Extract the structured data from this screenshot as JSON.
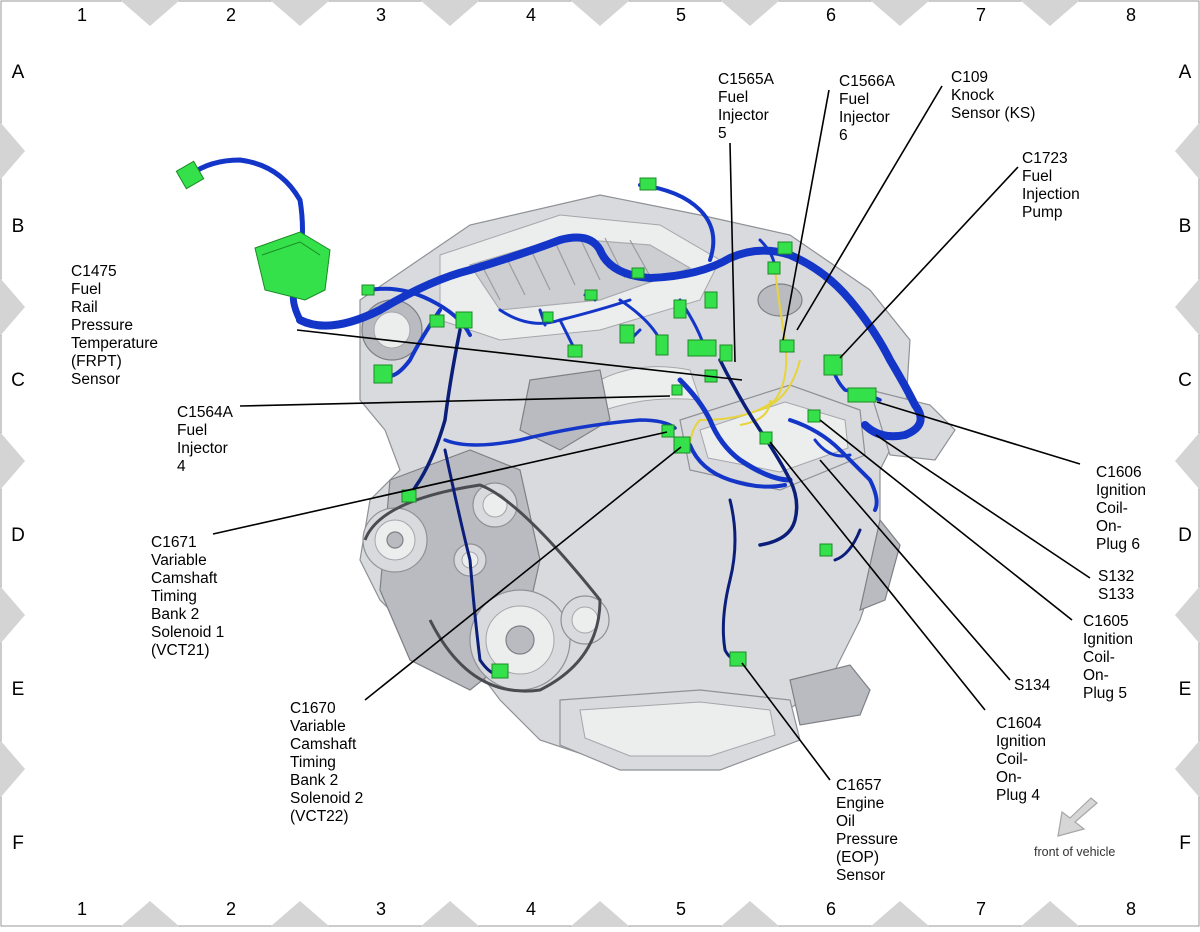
{
  "grid": {
    "columns": [
      "1",
      "2",
      "3",
      "4",
      "5",
      "6",
      "7",
      "8"
    ],
    "rows": [
      "A",
      "B",
      "C",
      "D",
      "E",
      "F"
    ]
  },
  "callouts": {
    "c1475": [
      "C1475",
      "Fuel",
      "Rail",
      "Pressure",
      "Temperature",
      "(FRPT)",
      "Sensor"
    ],
    "c1564a": [
      "C1564A",
      "Fuel",
      "Injector",
      "4"
    ],
    "c1671": [
      "C1671",
      "Variable",
      "Camshaft",
      "Timing",
      "Bank 2",
      "Solenoid 1",
      "(VCT21)"
    ],
    "c1670": [
      "C1670",
      "Variable",
      "Camshaft",
      "Timing",
      "Bank 2",
      "Solenoid 2",
      "(VCT22)"
    ],
    "c1565a": [
      "C1565A",
      "Fuel",
      "Injector",
      "5"
    ],
    "c1566a": [
      "C1566A",
      "Fuel",
      "Injector",
      "6"
    ],
    "c109": [
      "C109",
      "Knock",
      "Sensor (KS)"
    ],
    "c1723": [
      "C1723",
      "Fuel",
      "Injection",
      "Pump"
    ],
    "c1606": [
      "C1606",
      "Ignition",
      "Coil-",
      "On-",
      "Plug 6"
    ],
    "s132_s133": [
      "S132",
      "S133"
    ],
    "c1605": [
      "C1605",
      "Ignition",
      "Coil-",
      "On-",
      "Plug 5"
    ],
    "s134": [
      "S134"
    ],
    "c1604": [
      "C1604",
      "Ignition",
      "Coil-",
      "On-",
      "Plug 4"
    ],
    "c1657": [
      "C1657",
      "Engine",
      "Oil",
      "Pressure",
      "(EOP)",
      "Sensor"
    ]
  },
  "orientation_note": "front of vehicle",
  "colors": {
    "harness": "#1436c8",
    "connector": "#35e14a",
    "engine": "#d9dadd",
    "frame_marker": "#d4d4d4"
  }
}
